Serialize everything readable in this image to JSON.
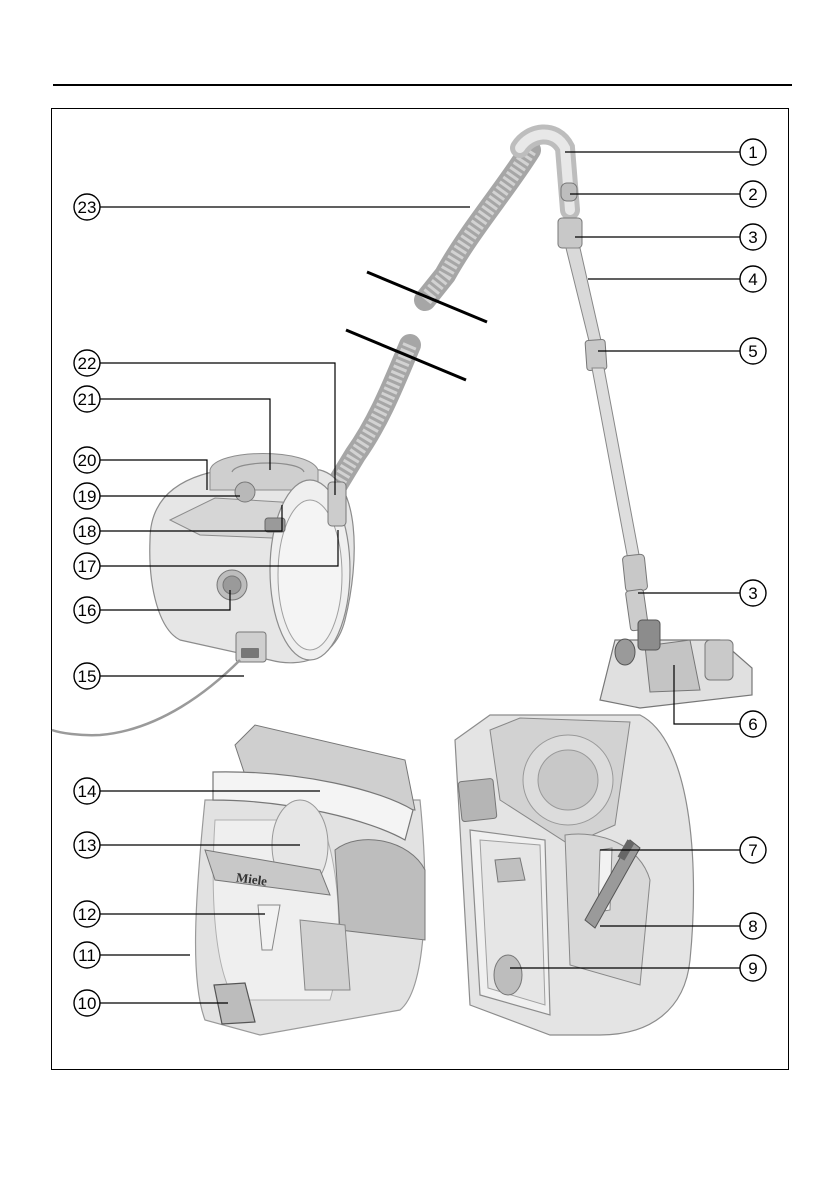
{
  "callouts": [
    {
      "label": "1"
    },
    {
      "label": "2"
    },
    {
      "label": "3"
    },
    {
      "label": "4"
    },
    {
      "label": "5"
    },
    {
      "label": "3"
    },
    {
      "label": "6"
    },
    {
      "label": "7"
    },
    {
      "label": "8"
    },
    {
      "label": "9"
    },
    {
      "label": "23"
    },
    {
      "label": "22"
    },
    {
      "label": "21"
    },
    {
      "label": "20"
    },
    {
      "label": "19"
    },
    {
      "label": "18"
    },
    {
      "label": "17"
    },
    {
      "label": "16"
    },
    {
      "label": "15"
    },
    {
      "label": "14"
    },
    {
      "label": "13"
    },
    {
      "label": "12"
    },
    {
      "label": "11"
    },
    {
      "label": "10"
    }
  ],
  "logo_text": "Miele",
  "colors": {
    "line": "#000000",
    "body_light": "#e6e6e6",
    "body_mid": "#cfcfcf",
    "body_dark": "#9a9a9a",
    "transparent_bin": "#dedede"
  }
}
